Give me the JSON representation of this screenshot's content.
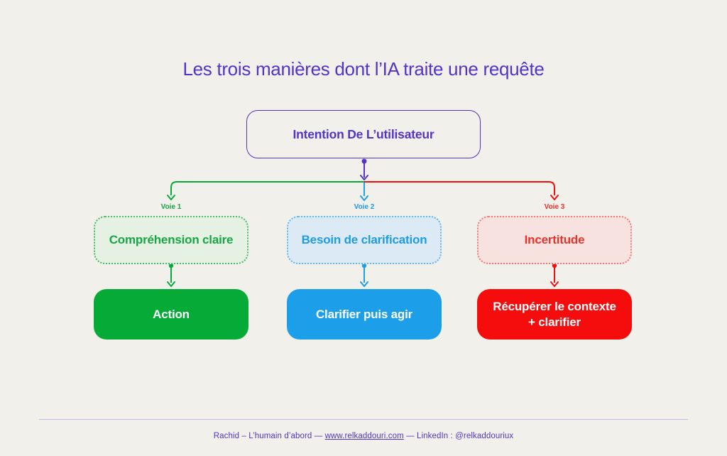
{
  "page": {
    "background": "#F2F0EA"
  },
  "palette": {
    "purple": "#5434C8",
    "divider": "#C7BAE6"
  },
  "title": {
    "text": "Les trois manières dont l’IA traite une requête"
  },
  "root_node": {
    "label": "Intention De L’utilisateur"
  },
  "branches": [
    {
      "label": "Voie 1",
      "condition": "Compréhension claire",
      "outcome": "Action",
      "color": "#05AB36",
      "text_color": "#18A546",
      "fill": "#E4F1E3",
      "border": "#4CB868"
    },
    {
      "label": "Voie 2",
      "condition": "Besoin de clarification",
      "outcome": "Clarifier puis agir",
      "color": "#1C9FE8",
      "text_color": "#1F9BE3",
      "fill": "#DCEAF6",
      "border": "#66B6EC"
    },
    {
      "label": "Voie 3",
      "condition": "Incertitude",
      "outcome": "Récupérer le contexte\n+ clarifier",
      "color": "#F50D0D",
      "text_color": "#E6342D",
      "fill": "#F8E2E0",
      "border": "#F07A72"
    }
  ],
  "footer": {
    "prefix": "Rachid – L’humain d’abord — ",
    "link": "www.relkaddouri.com",
    "suffix": " — LinkedIn : @relkaddouriux"
  }
}
